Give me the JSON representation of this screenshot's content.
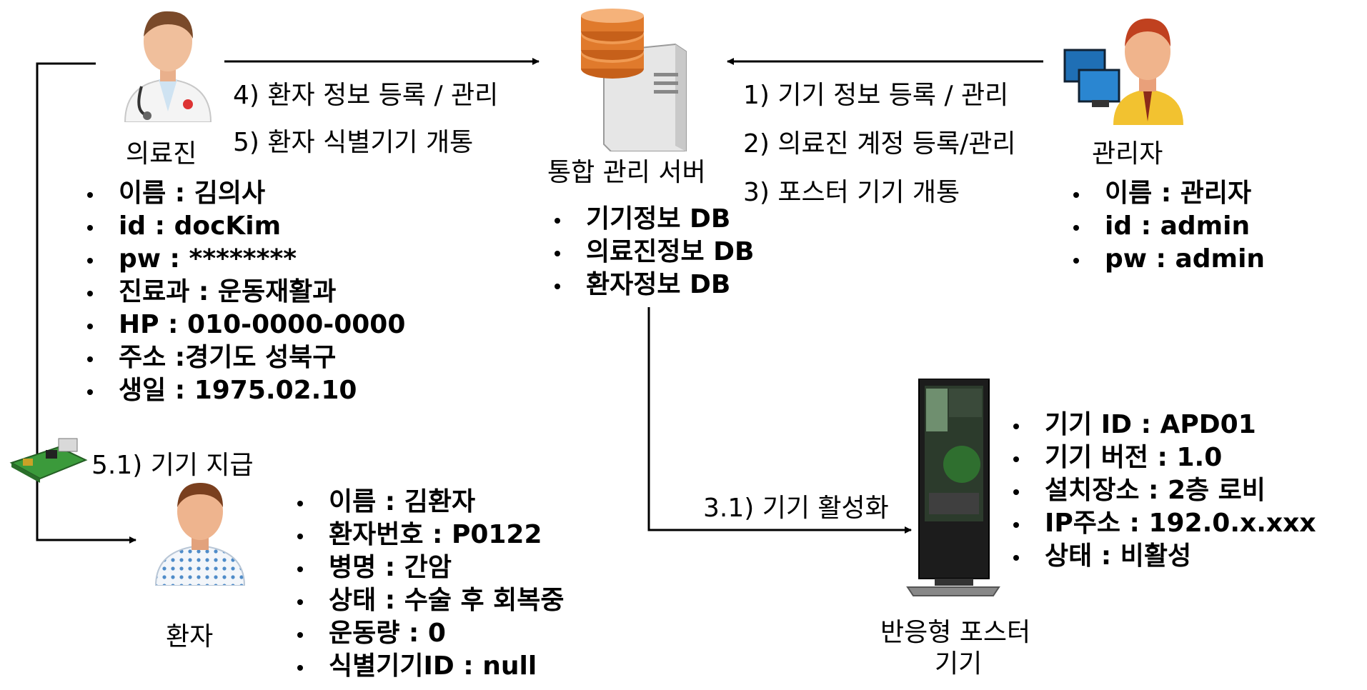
{
  "doctor": {
    "label": "의료진",
    "details": [
      "이름 : 김의사",
      "id : docKim",
      "pw : ********",
      "진료과 : 운동재활과",
      "HP : 010-0000-0000",
      "주소 :경기도 성북구",
      "생일 : 1975.02.10"
    ]
  },
  "server": {
    "label": "통합 관리 서버",
    "dbs": [
      "기기정보 DB",
      "의료진정보 DB",
      "환자정보 DB"
    ]
  },
  "admin": {
    "label": "관리자",
    "details": [
      "이름 : 관리자",
      "id : admin",
      "pw : admin"
    ]
  },
  "patient": {
    "label": "환자",
    "details": [
      "이름 : 김환자",
      "환자번호 : P0122",
      "병명 : 간암",
      "상태 : 수술 후 회복중",
      "운동량 : 0",
      "식별기기ID : null"
    ]
  },
  "poster": {
    "label_line1": "반응형 포스터",
    "label_line2": "기기",
    "details": [
      "기기 ID : APD01",
      "기기 버전 : 1.0",
      "설치장소 : 2층 로비",
      "IP주소 : 192.0.x.xxx",
      "상태 : 비활성"
    ]
  },
  "flows": {
    "doctor_to_server_1": "4) 환자 정보 등록 / 관리",
    "doctor_to_server_2": "5) 환자 식별기기 개통",
    "admin_to_server_1": "1) 기기 정보 등록 / 관리",
    "admin_to_server_2": "2) 의료진 계정 등록/관리",
    "admin_to_server_3": "3) 포스터 기기 개통",
    "device_issue": "5.1) 기기 지급",
    "poster_activate": "3.1) 기기 활성화"
  },
  "icons": [
    "doctor-icon",
    "database-server-icon",
    "admin-icon",
    "patient-icon",
    "raspberry-pi-board-icon",
    "kiosk-poster-icon"
  ]
}
